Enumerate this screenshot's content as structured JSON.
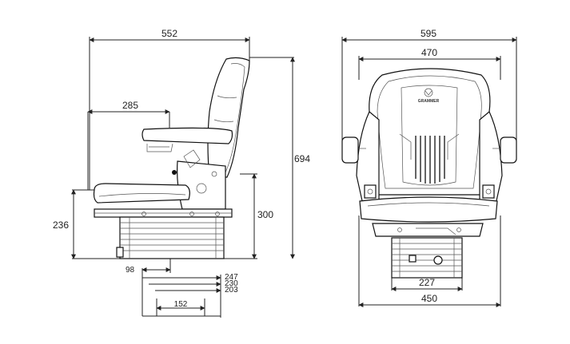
{
  "side_view": {
    "dim_overall_depth": "552",
    "dim_seat_depth": "285",
    "dim_overall_height": "694",
    "dim_base_height": "300",
    "dim_seat_height": "236",
    "dim_offset": "98",
    "dim_bolt_247": "247",
    "dim_bolt_230": "230",
    "dim_bolt_203": "203",
    "dim_bolt_152": "152"
  },
  "front_view": {
    "dim_armrest_width": "595",
    "dim_back_width": "470",
    "dim_base_width": "227",
    "dim_bottom_width": "450",
    "brand": "GRAMMER"
  }
}
